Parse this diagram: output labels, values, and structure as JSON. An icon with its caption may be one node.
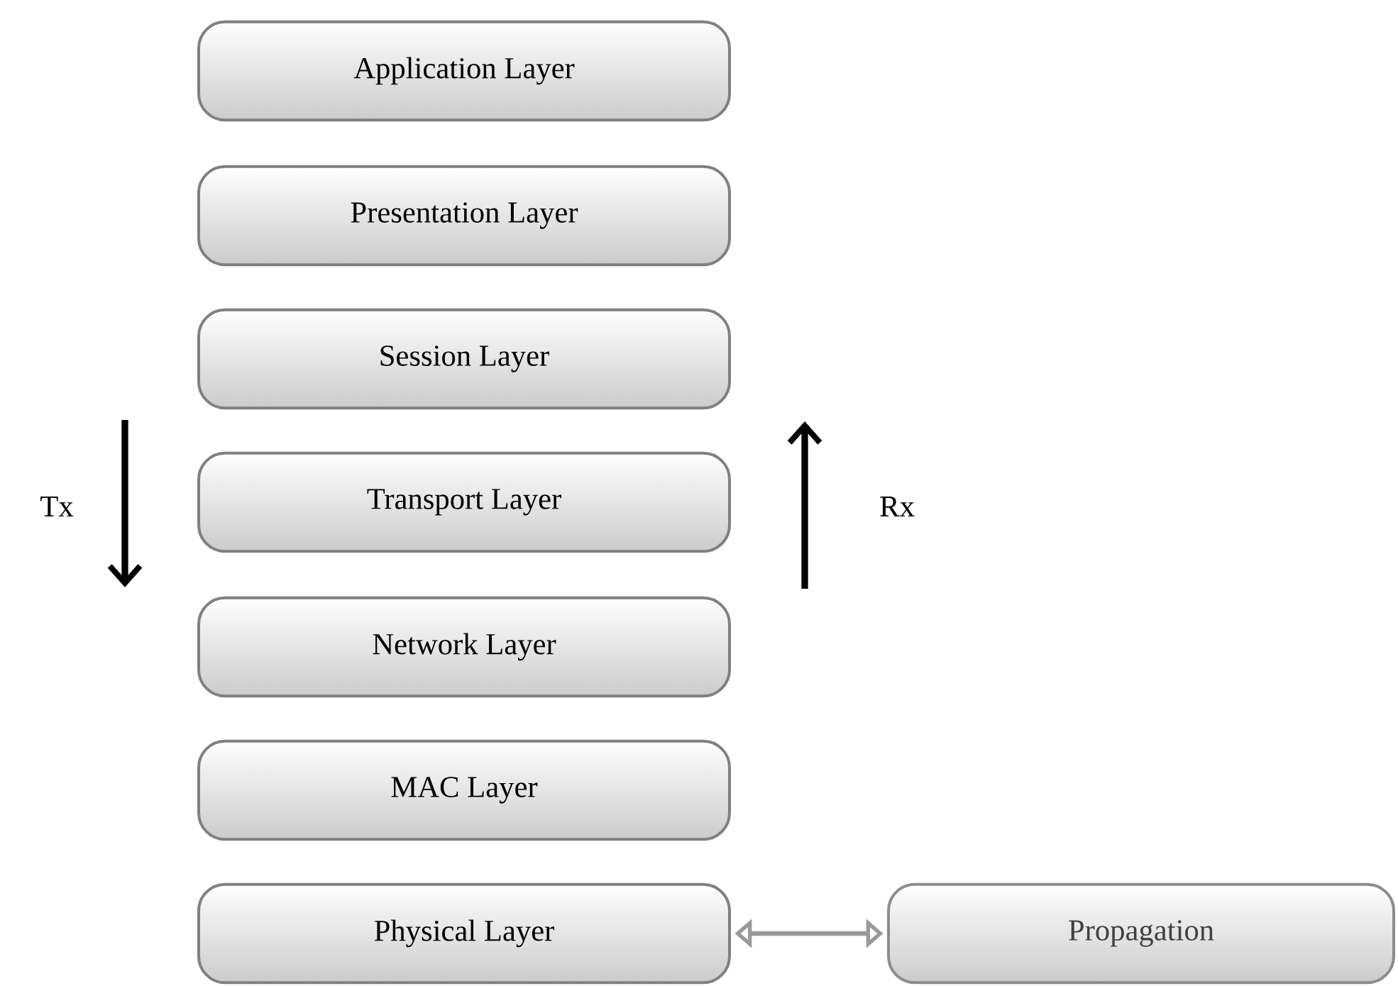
{
  "diagram": {
    "nodes": [
      {
        "text": [
          "Application Layer"
        ]
      },
      {
        "text": [
          "Presentation Layer"
        ]
      },
      {
        "text": [
          "Session Layer"
        ]
      },
      {
        "text": [
          "Transport Layer"
        ]
      },
      {
        "text": [
          "Network Layer"
        ]
      },
      {
        "text": [
          "MAC Layer"
        ]
      },
      {
        "text": [
          "Physical Layer"
        ]
      },
      {
        "text": [
          "Propagation"
        ]
      }
    ],
    "edges": [
      {
        "from": 6,
        "to": 7,
        "arrow": "both",
        "color": "#999999"
      }
    ],
    "labels": [
      "Tx",
      "Rx"
    ]
  }
}
